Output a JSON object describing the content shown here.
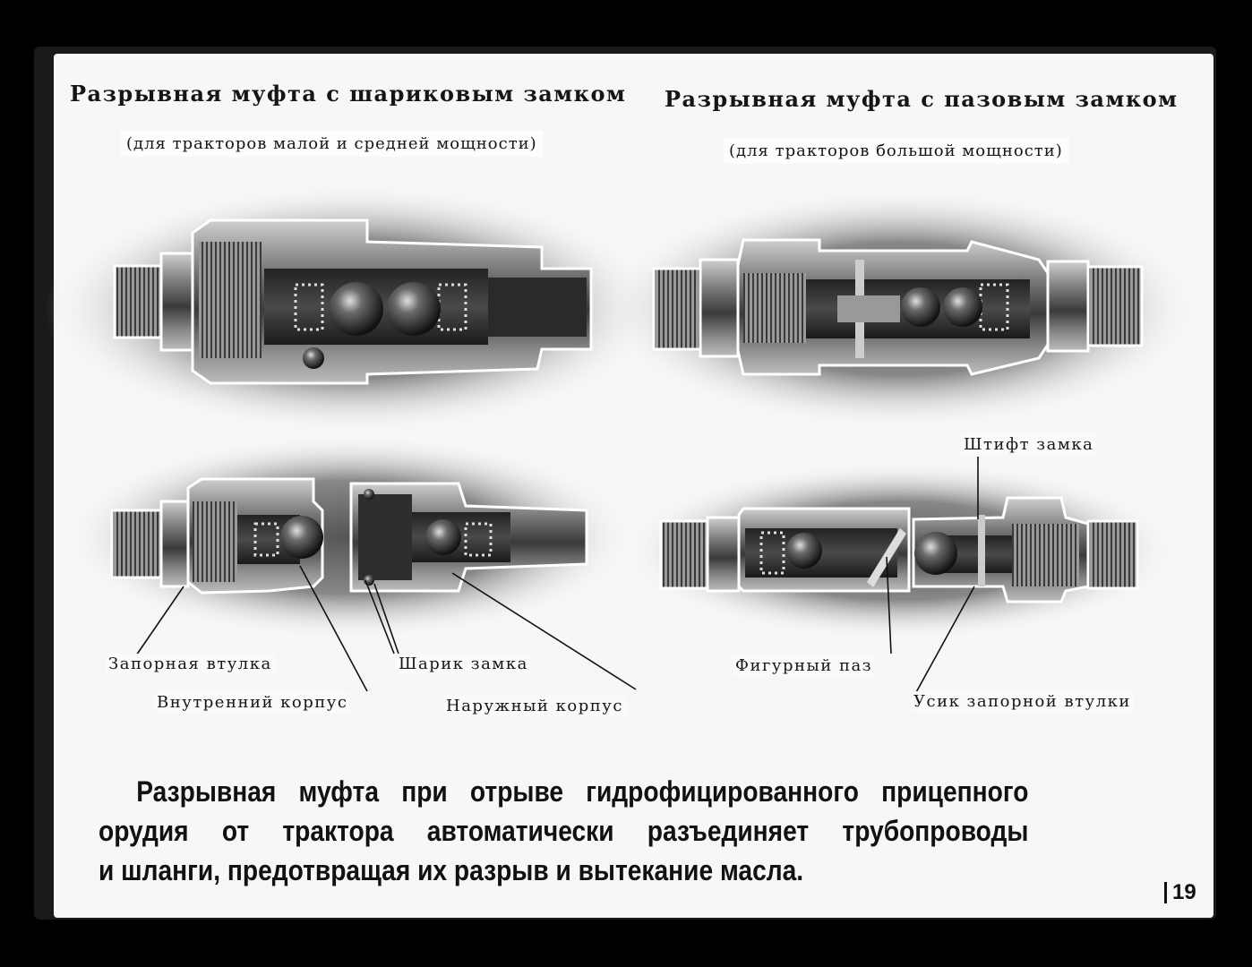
{
  "titles": {
    "left": "Разрывная муфта с шариковым замком",
    "right": "Разрывная муфта с пазовым замком"
  },
  "subtitles": {
    "left": "(для тракторов малой и средней мощности)",
    "right": "(для тракторов большой мощности)"
  },
  "labels": {
    "locking_sleeve": "Запорная втулка",
    "inner_body": "Внутренний корпус",
    "lock_ball": "Шарик замка",
    "outer_body": "Наружный корпус",
    "lock_pin": "Штифт замка",
    "shaped_groove": "Фигурный паз",
    "sleeve_whisker": "Усик запорной втулки"
  },
  "caption": {
    "line1": "Разрывная муфта при отрыве гидрофицированного прицепного",
    "line2": "орудия от трактора автоматически разъединяет трубопроводы",
    "line3": "и шланги, предотвращая их разрыв и вытекание масла."
  },
  "page_number": "19"
}
